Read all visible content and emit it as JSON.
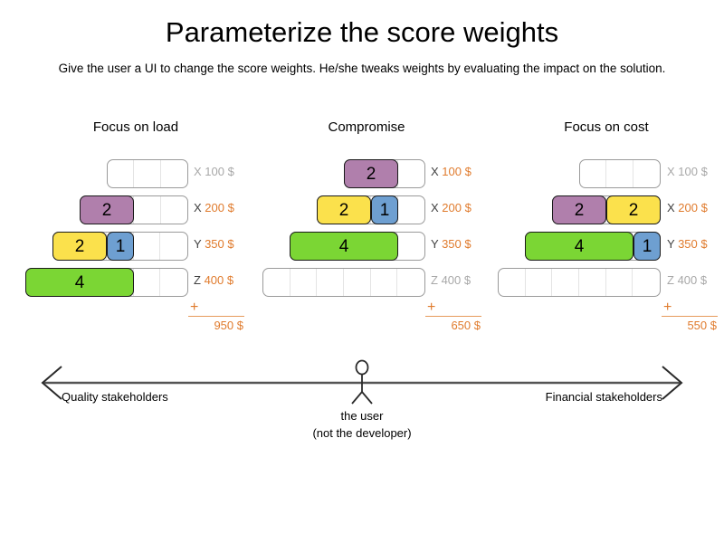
{
  "slide": {
    "title": "Parameterize the score weights",
    "subtitle": "Give the user a UI to change the score weights. He/she tweaks weights by evaluating the impact on the solution."
  },
  "colors": {
    "purple": "#b07fac",
    "yellow": "#fbe14c",
    "blue": "#6e9fd1",
    "green": "#7bd634",
    "cost_orange": "#e07b2d",
    "dim_gray": "#a8a8a8",
    "segment_border": "#1a1a1a",
    "track_border": "#9a9a9a"
  },
  "columns": [
    {
      "title": "Focus on load",
      "rows": [
        {
          "key": "X",
          "cost": "100 $",
          "dim": true,
          "capacity": 3,
          "segments": []
        },
        {
          "key": "X",
          "cost": "200 $",
          "dim": false,
          "capacity": 4,
          "segments": [
            {
              "value": "2",
              "units": 2,
              "color": "purple"
            }
          ]
        },
        {
          "key": "Y",
          "cost": "350 $",
          "dim": false,
          "capacity": 5,
          "segments": [
            {
              "value": "2",
              "units": 2,
              "color": "yellow"
            },
            {
              "value": "1",
              "units": 1,
              "color": "blue"
            }
          ]
        },
        {
          "key": "Z",
          "cost": "400 $",
          "dim": false,
          "capacity": 6,
          "segments": [
            {
              "value": "4",
              "units": 4,
              "color": "green"
            }
          ]
        }
      ],
      "sum": {
        "plus": "+",
        "total": "950 $"
      }
    },
    {
      "title": "Compromise",
      "rows": [
        {
          "key": "X",
          "cost": "100 $",
          "dim": false,
          "capacity": 3,
          "segments": [
            {
              "value": "2",
              "units": 2,
              "color": "purple"
            }
          ]
        },
        {
          "key": "X",
          "cost": "200 $",
          "dim": false,
          "capacity": 4,
          "segments": [
            {
              "value": "2",
              "units": 2,
              "color": "yellow"
            },
            {
              "value": "1",
              "units": 1,
              "color": "blue"
            }
          ]
        },
        {
          "key": "Y",
          "cost": "350 $",
          "dim": false,
          "capacity": 5,
          "segments": [
            {
              "value": "4",
              "units": 4,
              "color": "green"
            }
          ]
        },
        {
          "key": "Z",
          "cost": "400 $",
          "dim": true,
          "capacity": 6,
          "segments": []
        }
      ],
      "sum": {
        "plus": "+",
        "total": "650 $"
      }
    },
    {
      "title": "Focus on cost",
      "rows": [
        {
          "key": "X",
          "cost": "100 $",
          "dim": true,
          "capacity": 3,
          "segments": []
        },
        {
          "key": "X",
          "cost": "200 $",
          "dim": false,
          "capacity": 4,
          "segments": [
            {
              "value": "2",
              "units": 2,
              "color": "purple"
            },
            {
              "value": "2",
              "units": 2,
              "color": "yellow"
            }
          ]
        },
        {
          "key": "Y",
          "cost": "350 $",
          "dim": false,
          "capacity": 5,
          "segments": [
            {
              "value": "4",
              "units": 4,
              "color": "green"
            },
            {
              "value": "1",
              "units": 1,
              "color": "blue"
            }
          ]
        },
        {
          "key": "Z",
          "cost": "400 $",
          "dim": true,
          "capacity": 6,
          "segments": []
        }
      ],
      "sum": {
        "plus": "+",
        "total": "550 $"
      }
    }
  ],
  "axis": {
    "left_label": "Quality stakeholders",
    "right_label": "Financial stakeholders",
    "user_label_line1": "the user",
    "user_label_line2": "(not the developer)"
  }
}
